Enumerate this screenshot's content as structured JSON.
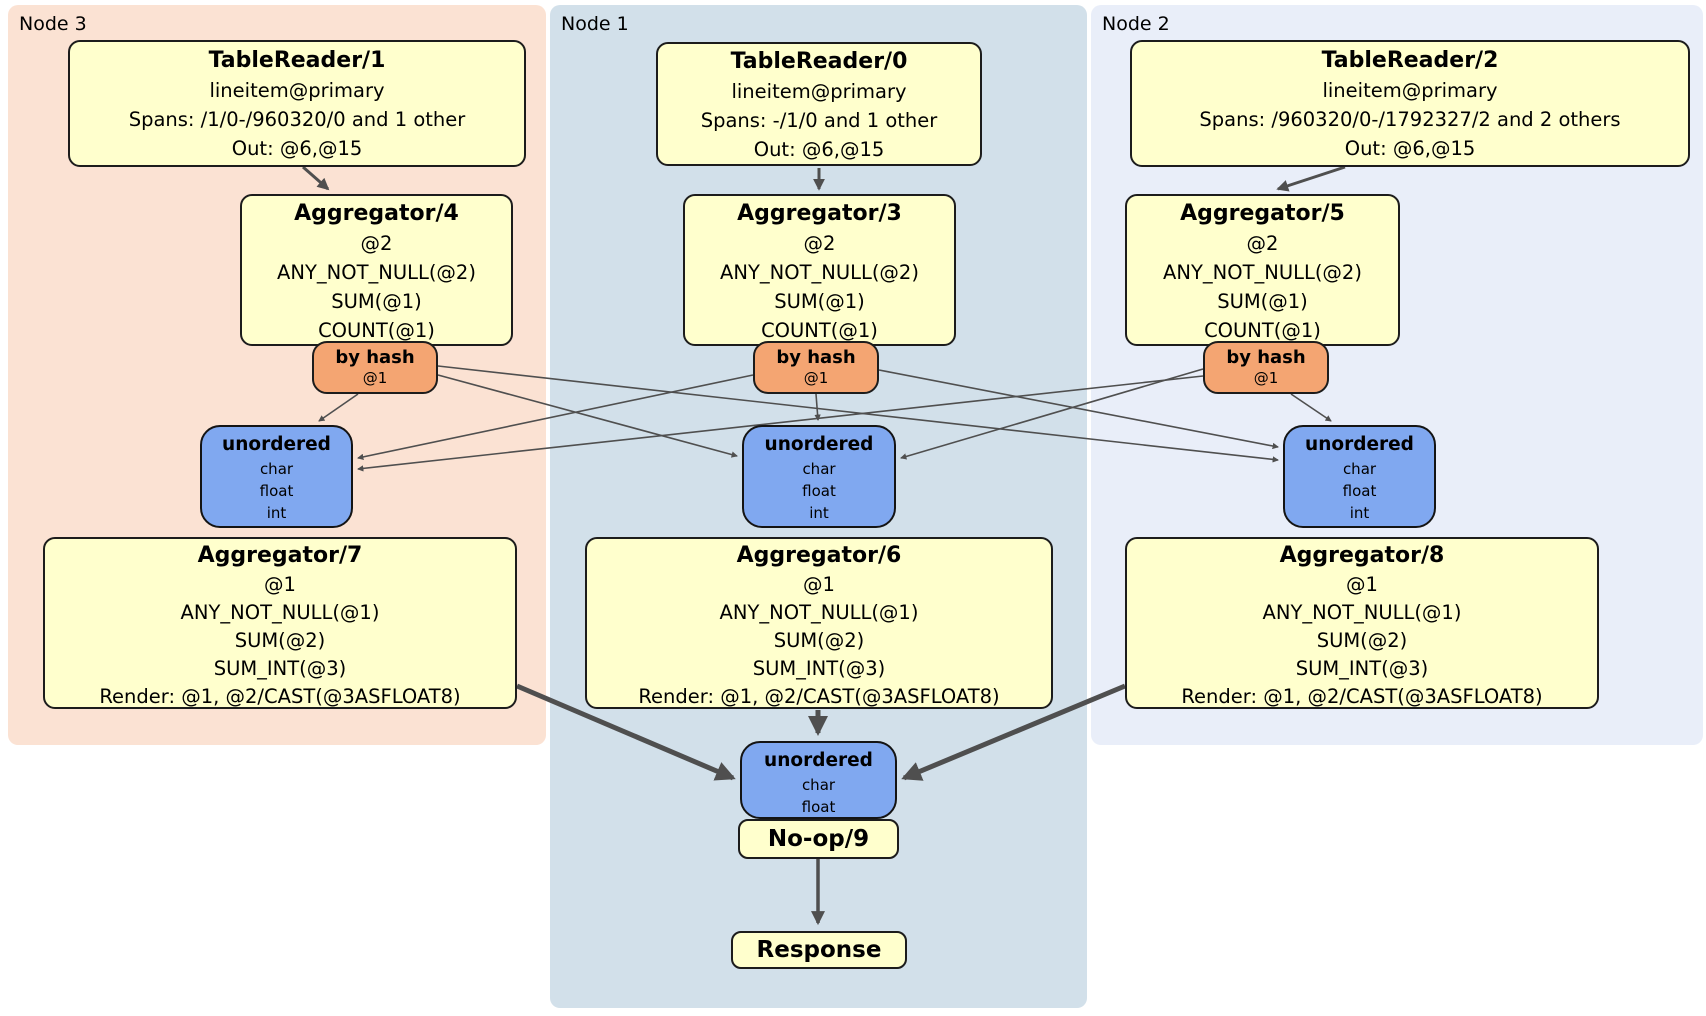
{
  "panels": [
    {
      "label": "Node 3"
    },
    {
      "label": "Node 1"
    },
    {
      "label": "Node 2"
    }
  ],
  "colors": {
    "node3_bg": "#fbe2d3",
    "node1_bg": "#d2e0ea",
    "node2_bg": "#e9eef9",
    "processor_fill": "#ffffcd",
    "router_fill": "#f4a572",
    "sync_fill": "#80a8f0",
    "edge": "#4f4f4f"
  },
  "boxes": {
    "tr1": {
      "title": "TableReader/1",
      "lines": [
        "lineitem@primary",
        "Spans: /1/0-/960320/0 and 1 other",
        "Out: @6,@15"
      ]
    },
    "tr0": {
      "title": "TableReader/0",
      "lines": [
        "lineitem@primary",
        "Spans: -/1/0 and 1 other",
        "Out: @6,@15"
      ]
    },
    "tr2": {
      "title": "TableReader/2",
      "lines": [
        "lineitem@primary",
        "Spans: /960320/0-/1792327/2 and 2 others",
        "Out: @6,@15"
      ]
    },
    "agg4": {
      "title": "Aggregator/4",
      "lines": [
        "@2",
        "ANY_NOT_NULL(@2)",
        "SUM(@1)",
        "COUNT(@1)"
      ]
    },
    "agg3": {
      "title": "Aggregator/3",
      "lines": [
        "@2",
        "ANY_NOT_NULL(@2)",
        "SUM(@1)",
        "COUNT(@1)"
      ]
    },
    "agg5": {
      "title": "Aggregator/5",
      "lines": [
        "@2",
        "ANY_NOT_NULL(@2)",
        "SUM(@1)",
        "COUNT(@1)"
      ]
    },
    "router3": {
      "title": "by hash",
      "detail": "@1"
    },
    "router1": {
      "title": "by hash",
      "detail": "@1"
    },
    "router2": {
      "title": "by hash",
      "detail": "@1"
    },
    "sync3": {
      "title": "unordered",
      "lines": [
        "char",
        "float",
        "int"
      ]
    },
    "sync1": {
      "title": "unordered",
      "lines": [
        "char",
        "float",
        "int"
      ]
    },
    "sync2": {
      "title": "unordered",
      "lines": [
        "char",
        "float",
        "int"
      ]
    },
    "agg7": {
      "title": "Aggregator/7",
      "lines": [
        "@1",
        "ANY_NOT_NULL(@1)",
        "SUM(@2)",
        "SUM_INT(@3)",
        "Render: @1, @2/CAST(@3ASFLOAT8)"
      ]
    },
    "agg6": {
      "title": "Aggregator/6",
      "lines": [
        "@1",
        "ANY_NOT_NULL(@1)",
        "SUM(@2)",
        "SUM_INT(@3)",
        "Render: @1, @2/CAST(@3ASFLOAT8)"
      ]
    },
    "agg8": {
      "title": "Aggregator/8",
      "lines": [
        "@1",
        "ANY_NOT_NULL(@1)",
        "SUM(@2)",
        "SUM_INT(@3)",
        "Render: @1, @2/CAST(@3ASFLOAT8)"
      ]
    },
    "syncout": {
      "title": "unordered",
      "lines": [
        "char",
        "float"
      ]
    },
    "noop": {
      "title": "No-op/9"
    },
    "response": {
      "title": "Response"
    }
  },
  "edges": [
    {
      "from": "TableReader/1",
      "to": "Aggregator/4"
    },
    {
      "from": "TableReader/0",
      "to": "Aggregator/3"
    },
    {
      "from": "TableReader/2",
      "to": "Aggregator/5"
    },
    {
      "from": "by hash @1 (Node 3)",
      "to": "unordered (Node 3)"
    },
    {
      "from": "by hash @1 (Node 3)",
      "to": "unordered (Node 1)"
    },
    {
      "from": "by hash @1 (Node 3)",
      "to": "unordered (Node 2)"
    },
    {
      "from": "by hash @1 (Node 1)",
      "to": "unordered (Node 3)"
    },
    {
      "from": "by hash @1 (Node 1)",
      "to": "unordered (Node 1)"
    },
    {
      "from": "by hash @1 (Node 1)",
      "to": "unordered (Node 2)"
    },
    {
      "from": "by hash @1 (Node 2)",
      "to": "unordered (Node 3)"
    },
    {
      "from": "by hash @1 (Node 2)",
      "to": "unordered (Node 1)"
    },
    {
      "from": "by hash @1 (Node 2)",
      "to": "unordered (Node 2)"
    },
    {
      "from": "Aggregator/7",
      "to": "unordered (final)"
    },
    {
      "from": "Aggregator/6",
      "to": "unordered (final)"
    },
    {
      "from": "Aggregator/8",
      "to": "unordered (final)"
    },
    {
      "from": "No-op/9",
      "to": "Response"
    }
  ]
}
